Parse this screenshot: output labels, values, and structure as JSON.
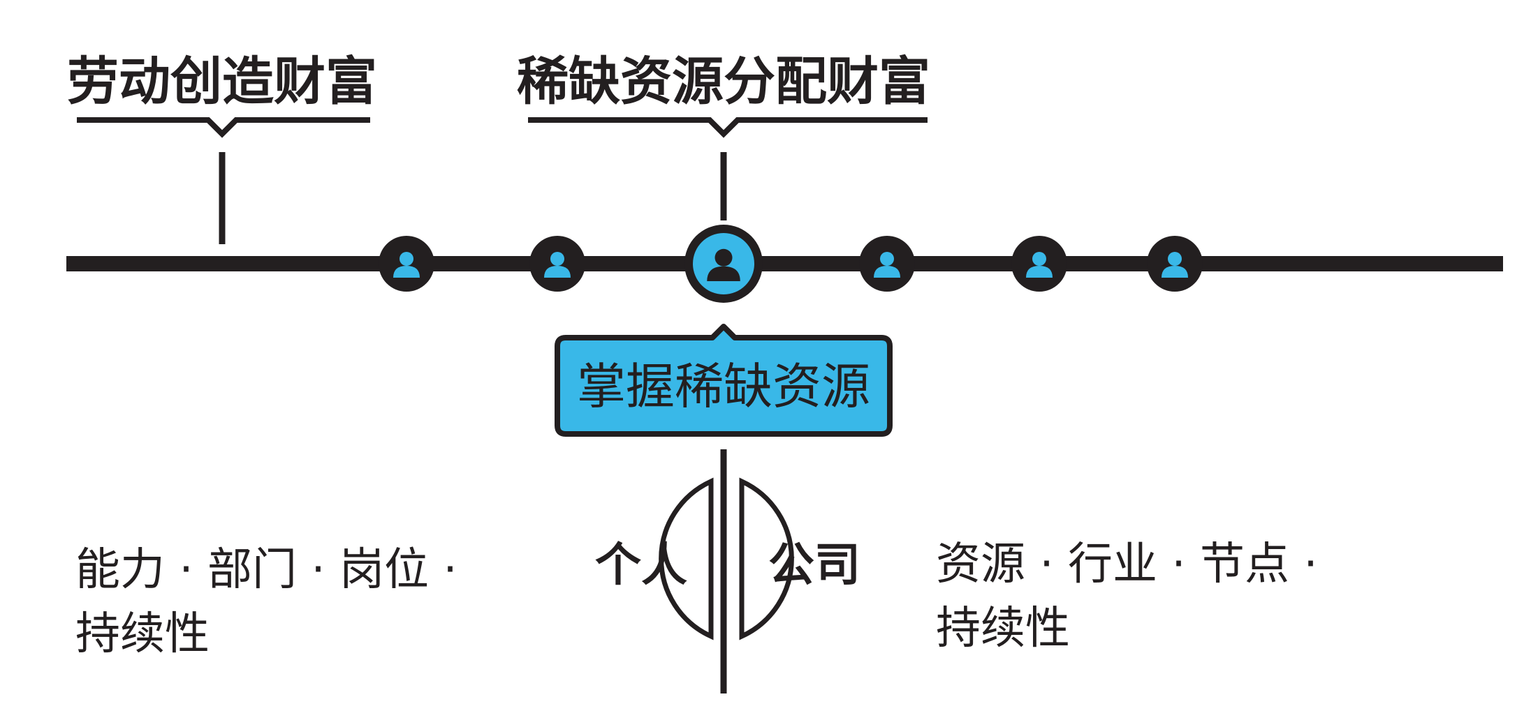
{
  "header_left": "劳动创造财富",
  "header_center": "稀缺资源分配财富",
  "callout": "掌握稀缺资源",
  "personal": {
    "word": "个人",
    "line1": "能力 · 部门 · 岗位 ·",
    "line2": "持续性"
  },
  "company": {
    "word": "公司",
    "line1": "资源 · 行业 · 节点 ·",
    "line2": "持续性"
  },
  "nodes": [
    {
      "icon": "person-icon"
    },
    {
      "icon": "person-icon"
    },
    {
      "icon": "person-icon",
      "highlighted": true
    },
    {
      "icon": "person-icon"
    },
    {
      "icon": "person-icon"
    },
    {
      "icon": "person-icon"
    }
  ],
  "colors": {
    "ink": "#231f20",
    "accent": "#39b8e8"
  }
}
